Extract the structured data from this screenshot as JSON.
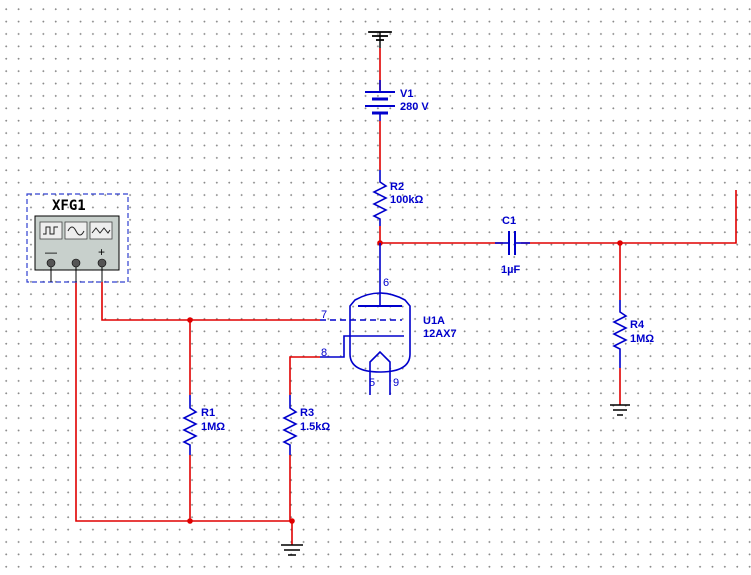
{
  "components": {
    "xfg1": {
      "ref": "XFG1",
      "minus": "—",
      "plus": "+"
    },
    "v1": {
      "ref": "V1",
      "value": "280 V"
    },
    "r2": {
      "ref": "R2",
      "value": "100kΩ"
    },
    "c1": {
      "ref": "C1",
      "value": "1µF"
    },
    "r4": {
      "ref": "R4",
      "value": "1MΩ"
    },
    "r1": {
      "ref": "R1",
      "value": "1MΩ"
    },
    "r3": {
      "ref": "R3",
      "value": "1.5kΩ"
    },
    "u1a": {
      "ref": "U1A",
      "value": "12AX7",
      "pin_plate": "6",
      "pin_grid": "7",
      "pin_cathode": "8",
      "pin_heater_a": "5",
      "pin_heater_b": "9"
    }
  }
}
